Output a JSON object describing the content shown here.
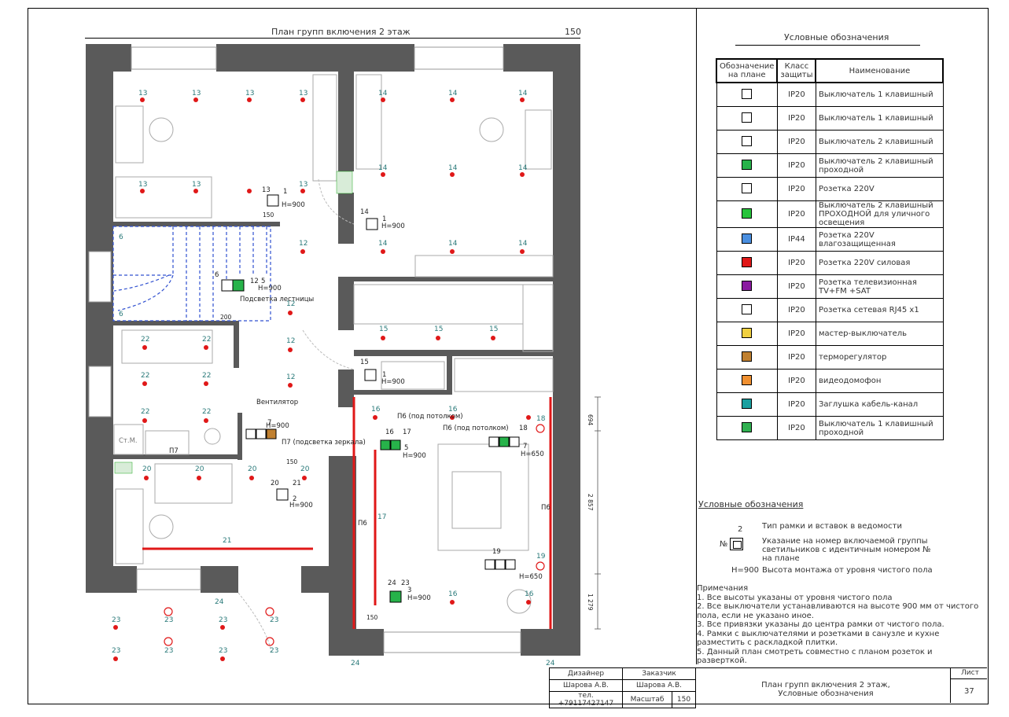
{
  "plan": {
    "title": "План групп включения 2 этаж",
    "scale": "150"
  },
  "legend": {
    "title": "Условные обозначения",
    "headers": [
      "Обозначение на плане",
      "Класс защиты",
      "Наименование"
    ],
    "rows": [
      {
        "code": "IP20",
        "name": "Выключатель 1 клавишный",
        "icon": "switch-1-key-icon",
        "color": "#ffffff"
      },
      {
        "code": "IP20",
        "name": "Выключатель 1 клавишный",
        "icon": "switch-1-key-icon",
        "color": "#ffffff"
      },
      {
        "code": "IP20",
        "name": "Выключатель 2 клавишный",
        "icon": "switch-2-key-icon",
        "color": "#ffffff"
      },
      {
        "code": "IP20",
        "name": "Выключатель 2 клавишный проходной",
        "icon": "switch-2-key-passthrough-icon",
        "color": "#27b34a"
      },
      {
        "code": "IP20",
        "name": "Розетка 220V",
        "icon": "socket-220v-icon",
        "color": "#ffffff"
      },
      {
        "code": "IP20",
        "name": "Выключатель 2 клавишный ПРОХОДНОЙ для уличного освещения",
        "icon": "switch-outdoor-icon",
        "color": "#27c43b"
      },
      {
        "code": "IP44",
        "name": "Розетка 220V влагозащищенная",
        "icon": "socket-waterproof-icon",
        "color": "#4a8fe0"
      },
      {
        "code": "IP20",
        "name": "Розетка 220V  силовая",
        "icon": "socket-power-icon",
        "color": "#e01818"
      },
      {
        "code": "IP20",
        "name": "Розетка телевизионная TV+FM +SAT",
        "icon": "socket-tv-icon",
        "color": "#8a1aa0"
      },
      {
        "code": "IP20",
        "name": "Розетка сетевая RJ45 x1",
        "icon": "socket-rj45-icon",
        "color": "#ffffff"
      },
      {
        "code": "IP20",
        "name": "мастер-выключатель",
        "icon": "master-switch-icon",
        "color": "#f0d040"
      },
      {
        "code": "IP20",
        "name": "терморегулятор",
        "icon": "thermostat-icon",
        "color": "#c08030"
      },
      {
        "code": "IP20",
        "name": "видеодомофон",
        "icon": "video-intercom-icon",
        "color": "#f09030"
      },
      {
        "code": "IP20",
        "name": "Заглушка кабель-канал",
        "icon": "cable-plug-icon",
        "color": "#1aa0a0"
      },
      {
        "code": "IP20",
        "name": "Выключатель 1 клавишный проходной",
        "icon": "switch-1-key-passthrough-icon",
        "color": "#30b050"
      }
    ]
  },
  "legend2": {
    "title": "Условные обозначения",
    "frame_type": "Тип рамки и вставок в ведомости",
    "group_note": "Указание на номер включаемой группы светильников с идентичным номером № на плане",
    "height_note": "Высота монтажа от уровня чистого пола",
    "num_label": "№",
    "frame_num": "2",
    "height_label": "H=900"
  },
  "notes": {
    "title": "Примечания",
    "items": [
      "1. Все высоты указаны от уровня чистого пола",
      "2. Все выключатели устанавливаются на высоте 900 мм от чистого пола, если не указано иное.",
      "3. Все привязки указаны до центра рамки от чистого пола.",
      "4. Рамки с выключателями и розетками в санузле и кухне разместить с раскладкой плитки.",
      "5. Данный план смотреть совместно с планом розеток и разверткой."
    ]
  },
  "stamp": {
    "designer_label": "Дизайнер",
    "customer_label": "Заказчик",
    "designer": "Шарова А.В.",
    "customer": "Шарова А.В.",
    "phone": "тел. +79117427147",
    "scale_label": "Масштаб",
    "scale": "150",
    "title": "План групп включения 2 этаж, Условные обозначения",
    "sheet_label": "Лист",
    "sheet": "37"
  },
  "labels": {
    "stair_light": "Подсветка лестницы",
    "ventilator": "Вентилятор",
    "mirror": "П7 (подсветка зеркала)",
    "p6a": "П6 (под потолком)",
    "p6b": "П6 (под потолком)",
    "p6c": "П6",
    "p6d": "П6",
    "p7": "П7",
    "stm": "Ст.М.",
    "h900": "H=900",
    "h650": "H=650",
    "d150": "150",
    "d200": "200",
    "dim1": "694",
    "dim2": "2 857",
    "dim3": "1 279"
  }
}
